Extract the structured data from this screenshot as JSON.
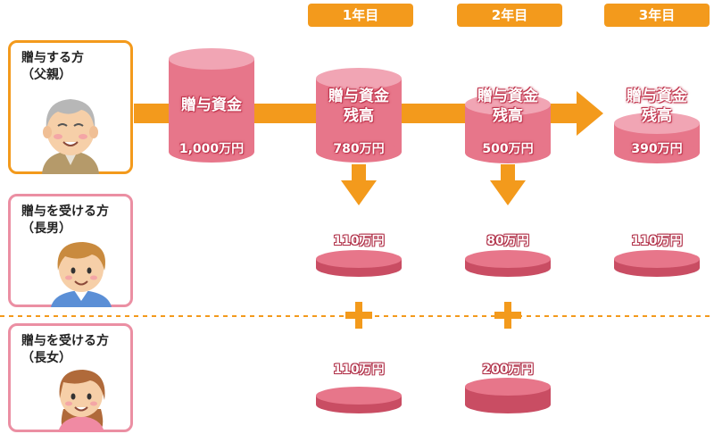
{
  "years": [
    "1年目",
    "2年目",
    "3年目"
  ],
  "parties": {
    "father": "贈与する方\n（父親）",
    "son": "贈与を受ける方\n（長男）",
    "daughter": "贈与を受ける方\n（長女）"
  },
  "initial": {
    "title": "贈与資金",
    "amount": "1,000万円"
  },
  "balances": [
    {
      "title": "贈与資金\n残高",
      "amount": "780万円"
    },
    {
      "title": "贈与資金\n残高",
      "amount": "500万円"
    },
    {
      "title": "贈与資金\n残高",
      "amount": "390万円"
    }
  ],
  "son_gifts": [
    "110万円",
    "80万円",
    "110万円"
  ],
  "daughter_gifts": [
    "110万円",
    "200万円"
  ],
  "colors": {
    "orange": "#f39a1c",
    "pink": "#e7768a",
    "pink_top": "#f1a5b4",
    "pink_dark": "#c94d63"
  }
}
